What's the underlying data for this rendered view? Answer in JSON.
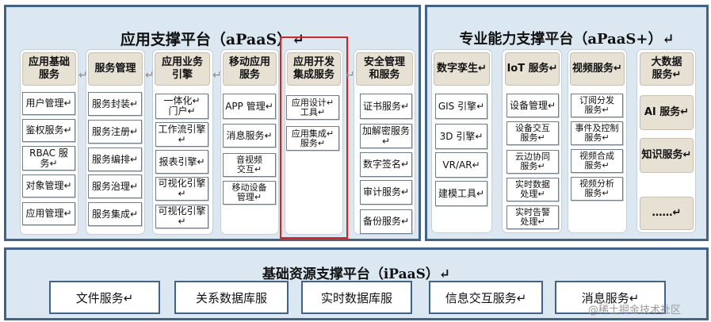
{
  "paas": {
    "title": "应用支撑平台（aPaaS）↵",
    "columns": [
      {
        "header": "应用基础\n服务",
        "items": [
          "用户管理↵",
          "鉴权服务↵",
          "RBAC 服\n务↵",
          "对象管理↵",
          "应用管理↵"
        ]
      },
      {
        "header": "服务管理",
        "items": [
          "服务封装↵",
          "服务注册↵",
          "服务编排↵",
          "服务治理↵",
          "服务集成↵"
        ]
      },
      {
        "header": "应用业务\n引擎",
        "items": [
          "一体化↵\n门户↵",
          "工作流引擎↵",
          "报表引擎↵",
          "可视化引擎↵",
          "可视化引擎↵"
        ]
      },
      {
        "header": "移动应用\n服务",
        "items": [
          "APP 管理↵",
          "消息服务↵",
          "音视频\n交互↵",
          "移动设备\n管理↵"
        ]
      },
      {
        "header": "应用开发\n集成服务",
        "items": [
          "应用设计↵\n工具↵",
          "应用集成↵\n服务↵"
        ]
      },
      {
        "header": "安全管理\n和服务",
        "items": [
          "证书服务↵",
          "加解密服务↵",
          "数字签名↵",
          "审计服务↵",
          "备份服务↵"
        ]
      }
    ]
  },
  "paas_plus": {
    "title": "专业能力支撑平台（aPaaS+）↵",
    "columns": [
      {
        "header": "数字孪生↵",
        "items": [
          "GIS 引擎↵",
          "3D 引擎↵",
          "VR/AR↵",
          "建模工具↵"
        ]
      },
      {
        "header": "IoT 服务↵",
        "items": [
          "设备管理↵",
          "设备交互\n服务↵",
          "云边协同\n服务↵",
          "实时数据\n处理↵",
          "实时告警\n处理↵"
        ]
      },
      {
        "header": "视频服务↵",
        "items": [
          "订阅分发\n服务↵",
          "事件及控制\n服务↵",
          "视频合成\n服务↵",
          "视频分析\n服务↵"
        ]
      },
      {
        "header": "大数据\n服务↵",
        "items": [
          "AI 服务↵",
          "知识服务↵",
          "……↵"
        ]
      }
    ]
  },
  "ipaas": {
    "title": "基础资源支撑平台（iPaaS）↵",
    "items": [
      "文件服务↵",
      "关系数据库服",
      "实时数据库服",
      "信息交互服务↵",
      "消息服务↵"
    ]
  },
  "arrow_glyph": "↵",
  "watermark": "@稀土掘金技术社区",
  "highlight_color": "#e0201b"
}
